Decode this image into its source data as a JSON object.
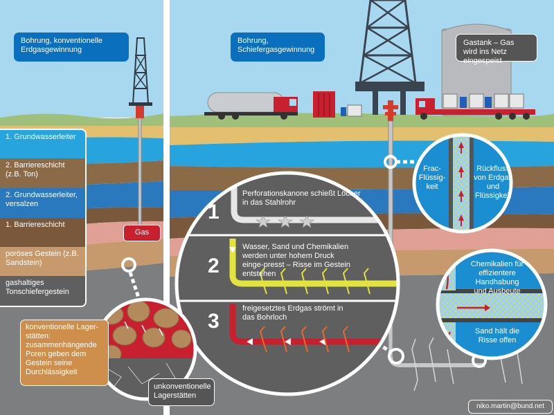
{
  "labels": {
    "conventional_title": "Bohrung, konventionelle Erdgasgewinnung",
    "shale_title": "Bohrung, Schiefergasgewinnung",
    "gastank": "Gastank – Gas wird ins Netz eingespeist",
    "gas": "Gas",
    "credit": "niko.martin@bund.net"
  },
  "legend": [
    {
      "text": "1. Grundwasserleiter",
      "color": "#27a3dd"
    },
    {
      "text": "2. Barriereschicht (z.B. Ton)",
      "color": "#8b6a48"
    },
    {
      "text": "2. Grundwasserleiter, versalzen",
      "color": "#2a78be"
    },
    {
      "text": "1. Barriereschicht",
      "color": "#79583b"
    },
    {
      "text": "poröses Gestein (z.B. Sandstein)",
      "color": "#c79a6d"
    },
    {
      "text": "gashaltiges Tonschiefergestein",
      "color": "#5f5f60"
    }
  ],
  "steps": [
    {
      "number": "1",
      "text": "Perforationskanone schießt Löcher in das Stahlrohr"
    },
    {
      "number": "2",
      "text": "Wasser, Sand und Chemikalien werden unter hohem Druck einge-presst – Risse im Gestein entstehen"
    },
    {
      "number": "3",
      "text": "freigesetztes Erdgas strömt in das Bohrloch"
    }
  ],
  "circles": {
    "frac_fluid": "Frac-Flüssig-keit",
    "backflow": "Rückfluss von Erdgas und Flüssigkeit",
    "chemicals": "Chemikalien für effizientere Handhabung und Ausbeute",
    "sand": "Sand hält die Risse offen"
  },
  "reservoirs": {
    "conventional": "konventionelle Lager-stätten: zusammenhängende Poren geben dem Gestein seine Durchlässigkeit",
    "unconventional": "unkonventionelle Lagerstätten"
  },
  "colors": {
    "sky": "#a8d8f0",
    "grass": "#9fc07a",
    "aquifer1": "#27a3dd",
    "barrier_clay": "#8b6a48",
    "aquifer_saline": "#2a78be",
    "barrier1": "#79583b",
    "sandstone": "#c79a6d",
    "shale": "#5f5f60",
    "gas_red": "#c8202e",
    "frac_yellow": "#e2e33d",
    "label_blue": "#0a6fbd"
  }
}
